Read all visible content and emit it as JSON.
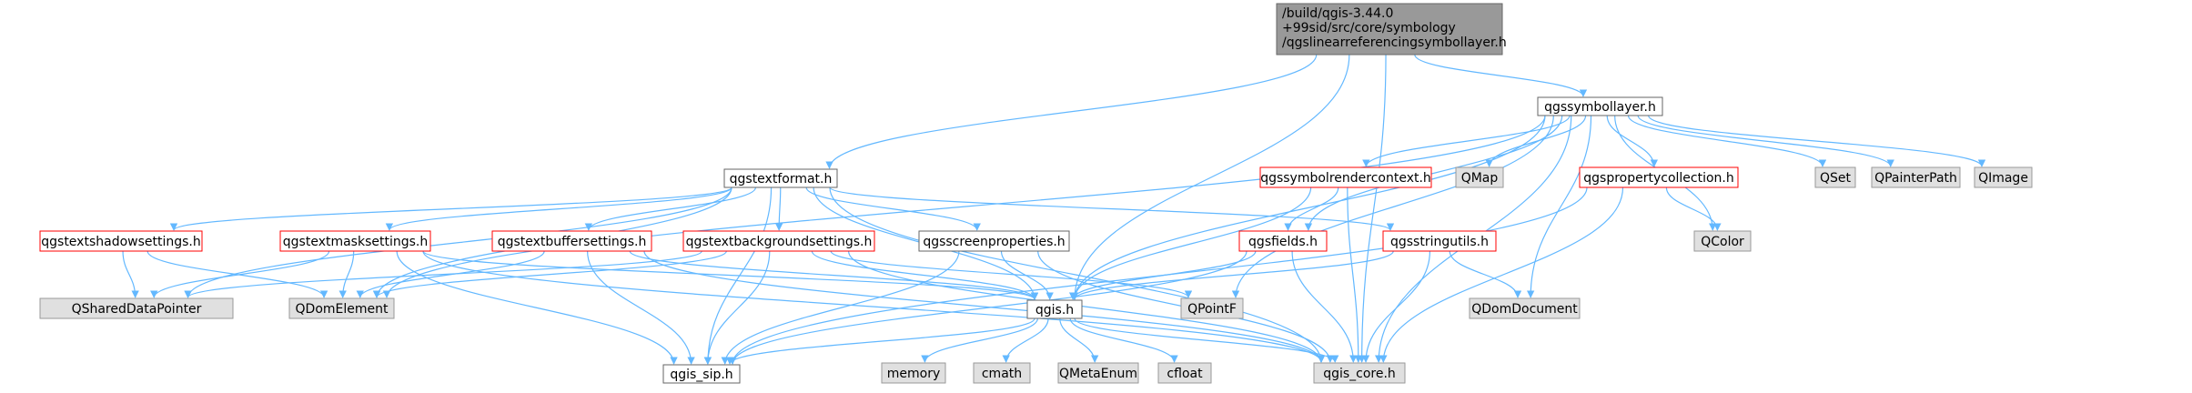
{
  "colors": {
    "edge": "#63b8ff",
    "edge_arrow": "#63b8ff",
    "root_fill": "#999999",
    "root_stroke": "#666666",
    "normal_fill": "#ffffff",
    "normal_stroke": "#666666",
    "red_stroke": "#ff0000",
    "system_fill": "#e0e0e0",
    "system_stroke": "#999999",
    "text": "#000000"
  },
  "nodes": [
    {
      "id": "root",
      "style": "root",
      "lines": [
        "/build/qgis-3.44.0",
        "+99sid/src/core/symbology",
        "/qgslinearreferencingsymbollayer.h"
      ]
    },
    {
      "id": "qgssymbollayer",
      "style": "normal",
      "lines": [
        "qgssymbollayer.h"
      ]
    },
    {
      "id": "qgstextformat",
      "style": "normal",
      "lines": [
        "qgstextformat.h"
      ]
    },
    {
      "id": "qgssymbolrendercontext",
      "style": "red",
      "lines": [
        "qgssymbolrendercontext.h"
      ]
    },
    {
      "id": "QMap",
      "style": "system",
      "lines": [
        "QMap"
      ]
    },
    {
      "id": "qgspropertycollection",
      "style": "red",
      "lines": [
        "qgspropertycollection.h"
      ]
    },
    {
      "id": "QSet",
      "style": "system",
      "lines": [
        "QSet"
      ]
    },
    {
      "id": "QPainterPath",
      "style": "system",
      "lines": [
        "QPainterPath"
      ]
    },
    {
      "id": "QImage",
      "style": "system",
      "lines": [
        "QImage"
      ]
    },
    {
      "id": "qgstextshadowsettings",
      "style": "red",
      "lines": [
        "qgstextshadowsettings.h"
      ]
    },
    {
      "id": "qgstextmasksettings",
      "style": "red",
      "lines": [
        "qgstextmasksettings.h"
      ]
    },
    {
      "id": "qgstextbuffersettings",
      "style": "red",
      "lines": [
        "qgstextbuffersettings.h"
      ]
    },
    {
      "id": "qgstextbackgroundsettings",
      "style": "red",
      "lines": [
        "qgstextbackgroundsettings.h"
      ]
    },
    {
      "id": "qgsscreenproperties",
      "style": "normal",
      "lines": [
        "qgsscreenproperties.h"
      ]
    },
    {
      "id": "qgsfields",
      "style": "red",
      "lines": [
        "qgsfields.h"
      ]
    },
    {
      "id": "qgsstringutils",
      "style": "red",
      "lines": [
        "qgsstringutils.h"
      ]
    },
    {
      "id": "QColor",
      "style": "system",
      "lines": [
        "QColor"
      ]
    },
    {
      "id": "QSharedDataPointer",
      "style": "system",
      "lines": [
        "QSharedDataPointer"
      ]
    },
    {
      "id": "QDomElement",
      "style": "system",
      "lines": [
        "QDomElement"
      ]
    },
    {
      "id": "qgis",
      "style": "normal",
      "lines": [
        "qgis.h"
      ]
    },
    {
      "id": "QPointF",
      "style": "system",
      "lines": [
        "QPointF"
      ]
    },
    {
      "id": "QDomDocument",
      "style": "system",
      "lines": [
        "QDomDocument"
      ]
    },
    {
      "id": "memory",
      "style": "system",
      "lines": [
        "memory"
      ]
    },
    {
      "id": "cmath",
      "style": "system",
      "lines": [
        "cmath"
      ]
    },
    {
      "id": "QMetaEnum",
      "style": "system",
      "lines": [
        "QMetaEnum"
      ]
    },
    {
      "id": "cfloat",
      "style": "system",
      "lines": [
        "cfloat"
      ]
    },
    {
      "id": "qgis_sip",
      "style": "normal",
      "lines": [
        "qgis_sip.h"
      ]
    },
    {
      "id": "qgis_core",
      "style": "system",
      "lines": [
        "qgis_core.h"
      ]
    }
  ],
  "edges": [
    [
      "root",
      "qgssymbollayer"
    ],
    [
      "root",
      "qgstextformat"
    ],
    [
      "root",
      "qgis"
    ],
    [
      "root",
      "qgis_core"
    ],
    [
      "qgssymbollayer",
      "qgssymbolrendercontext"
    ],
    [
      "qgssymbollayer",
      "QMap"
    ],
    [
      "qgssymbollayer",
      "qgspropertycollection"
    ],
    [
      "qgssymbollayer",
      "QSet"
    ],
    [
      "qgssymbollayer",
      "QPainterPath"
    ],
    [
      "qgssymbollayer",
      "QImage"
    ],
    [
      "qgssymbollayer",
      "QColor"
    ],
    [
      "qgssymbollayer",
      "QDomElement"
    ],
    [
      "qgssymbollayer",
      "qgsfields"
    ],
    [
      "qgssymbollayer",
      "qgis"
    ],
    [
      "qgssymbollayer",
      "QPointF"
    ],
    [
      "qgssymbollayer",
      "QDomDocument"
    ],
    [
      "qgssymbollayer",
      "qgis_core"
    ],
    [
      "qgstextformat",
      "qgstextshadowsettings"
    ],
    [
      "qgstextformat",
      "qgstextmasksettings"
    ],
    [
      "qgstextformat",
      "qgstextbuffersettings"
    ],
    [
      "qgstextformat",
      "qgstextbackgroundsettings"
    ],
    [
      "qgstextformat",
      "qgsscreenproperties"
    ],
    [
      "qgstextformat",
      "qgsstringutils"
    ],
    [
      "qgstextformat",
      "qgis"
    ],
    [
      "qgstextformat",
      "QSharedDataPointer"
    ],
    [
      "qgstextformat",
      "QDomElement"
    ],
    [
      "qgstextformat",
      "qgis_sip"
    ],
    [
      "qgstextformat",
      "qgis_core"
    ],
    [
      "qgssymbolrendercontext",
      "qgsfields"
    ],
    [
      "qgssymbolrendercontext",
      "qgis"
    ],
    [
      "qgssymbolrendercontext",
      "qgis_core"
    ],
    [
      "qgspropertycollection",
      "QColor"
    ],
    [
      "qgspropertycollection",
      "qgis_core"
    ],
    [
      "qgspropertycollection",
      "qgis_sip"
    ],
    [
      "qgstextshadowsettings",
      "QSharedDataPointer"
    ],
    [
      "qgstextshadowsettings",
      "QDomElement"
    ],
    [
      "qgstextmasksettings",
      "QSharedDataPointer"
    ],
    [
      "qgstextmasksettings",
      "QDomElement"
    ],
    [
      "qgstextmasksettings",
      "qgis"
    ],
    [
      "qgstextmasksettings",
      "qgis_sip"
    ],
    [
      "qgstextmasksettings",
      "qgis_core"
    ],
    [
      "qgstextbuffersettings",
      "QDomElement"
    ],
    [
      "qgstextbuffersettings",
      "qgis"
    ],
    [
      "qgstextbuffersettings",
      "qgis_sip"
    ],
    [
      "qgstextbuffersettings",
      "qgis_core"
    ],
    [
      "qgstextbackgroundsettings",
      "QSharedDataPointer"
    ],
    [
      "qgstextbackgroundsettings",
      "QDomElement"
    ],
    [
      "qgstextbackgroundsettings",
      "qgis"
    ],
    [
      "qgstextbackgroundsettings",
      "QPointF"
    ],
    [
      "qgstextbackgroundsettings",
      "qgis_sip"
    ],
    [
      "qgstextbackgroundsettings",
      "qgis_core"
    ],
    [
      "qgsscreenproperties",
      "qgis"
    ],
    [
      "qgsscreenproperties",
      "qgis_sip"
    ],
    [
      "qgsscreenproperties",
      "qgis_core"
    ],
    [
      "qgsfields",
      "qgis"
    ],
    [
      "qgsfields",
      "qgis_sip"
    ],
    [
      "qgsfields",
      "qgis_core"
    ],
    [
      "qgsstringutils",
      "qgis"
    ],
    [
      "qgsstringutils",
      "QDomDocument"
    ],
    [
      "qgsstringutils",
      "qgis_core"
    ],
    [
      "qgis",
      "memory"
    ],
    [
      "qgis",
      "cmath"
    ],
    [
      "qgis",
      "QMetaEnum"
    ],
    [
      "qgis",
      "cfloat"
    ],
    [
      "qgis",
      "qgis_sip"
    ],
    [
      "qgis",
      "qgis_core"
    ]
  ]
}
